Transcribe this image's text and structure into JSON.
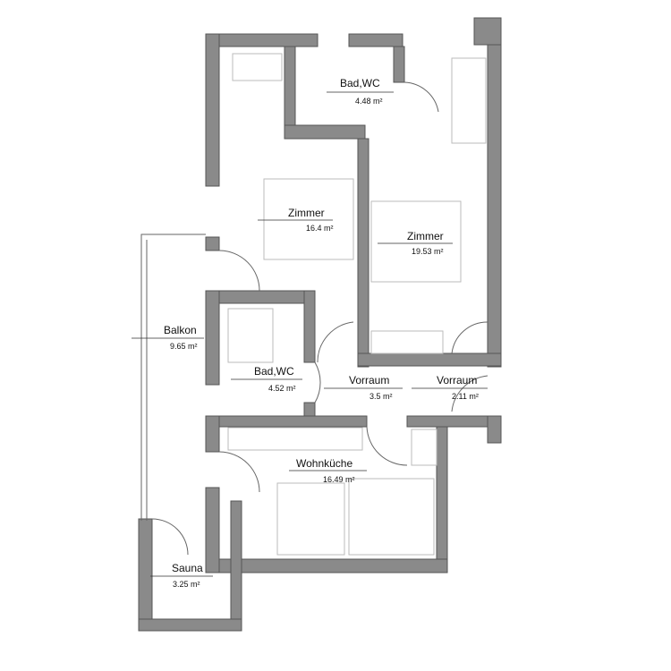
{
  "rooms": [
    {
      "name": "Bad,WC",
      "area": "4.48 m²"
    },
    {
      "name": "Zimmer",
      "area": "16.4 m²"
    },
    {
      "name": "Zimmer",
      "area": "19.53 m²"
    },
    {
      "name": "Balkon",
      "area": "9.65 m²"
    },
    {
      "name": "Bad,WC",
      "area": "4.52 m²"
    },
    {
      "name": "Vorraum",
      "area": "3.5 m²"
    },
    {
      "name": "Vorraum",
      "area": "2.11 m²"
    },
    {
      "name": "Wohnküche",
      "area": "16.49 m²"
    },
    {
      "name": "Sauna",
      "area": "3.25 m²"
    }
  ],
  "colors": {
    "wall": "#8a8a8a",
    "line": "#666666"
  }
}
